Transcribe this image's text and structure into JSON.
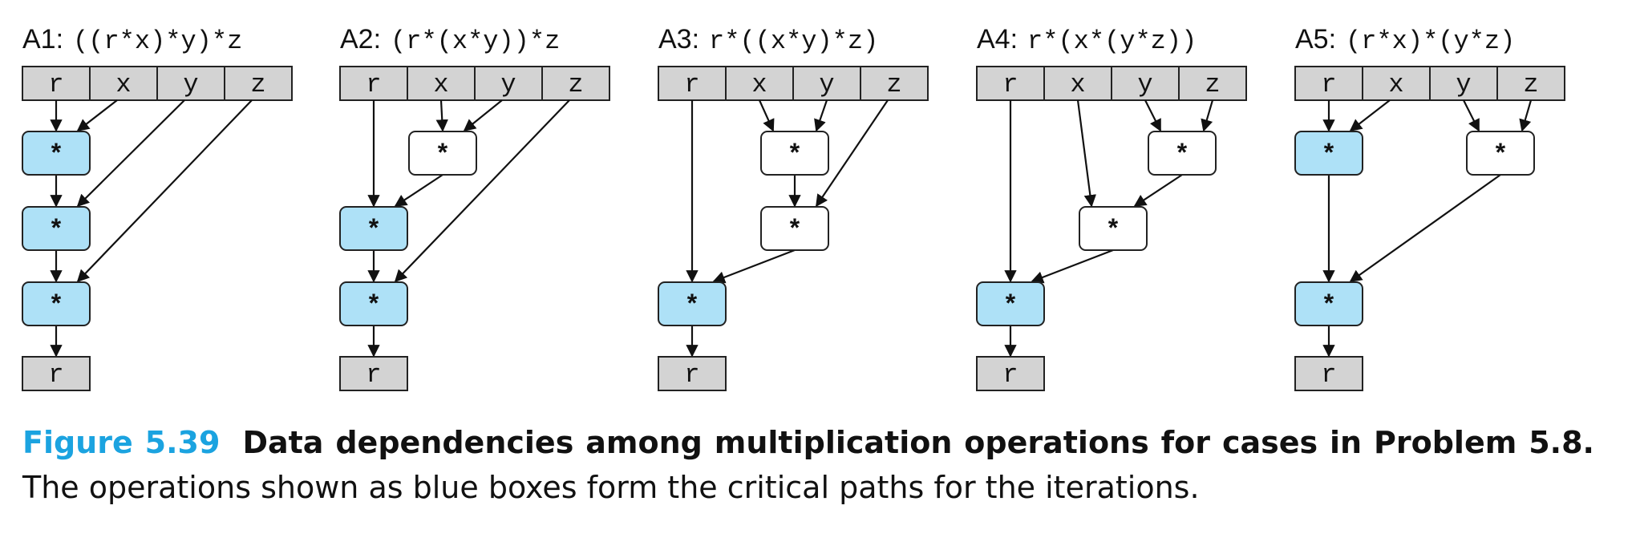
{
  "operand_labels": [
    "r",
    "x",
    "y",
    "z"
  ],
  "result_label": "r",
  "operator_symbol": "*",
  "colors": {
    "critical_fill": "#aee1f7",
    "normal_fill": "#ffffff",
    "register_fill": "#d3d3d3",
    "caption_figure": "#1ba3e0"
  },
  "cases": [
    {
      "id": "A1",
      "title": "A1:",
      "expr": "((r*x)*y)*z"
    },
    {
      "id": "A2",
      "title": "A2:",
      "expr": "(r*(x*y))*z"
    },
    {
      "id": "A3",
      "title": "A3:",
      "expr": "r*((x*y)*z)"
    },
    {
      "id": "A4",
      "title": "A4:",
      "expr": "r*(x*(y*z))"
    },
    {
      "id": "A5",
      "title": "A5:",
      "expr": "(r*x)*(y*z)"
    }
  ],
  "caption": {
    "figure": "Figure 5.39",
    "bold": "Data dependencies among multiplication operations for cases in Problem 5.8.",
    "text": "The operations shown as blue boxes form the critical paths for the iterations."
  }
}
